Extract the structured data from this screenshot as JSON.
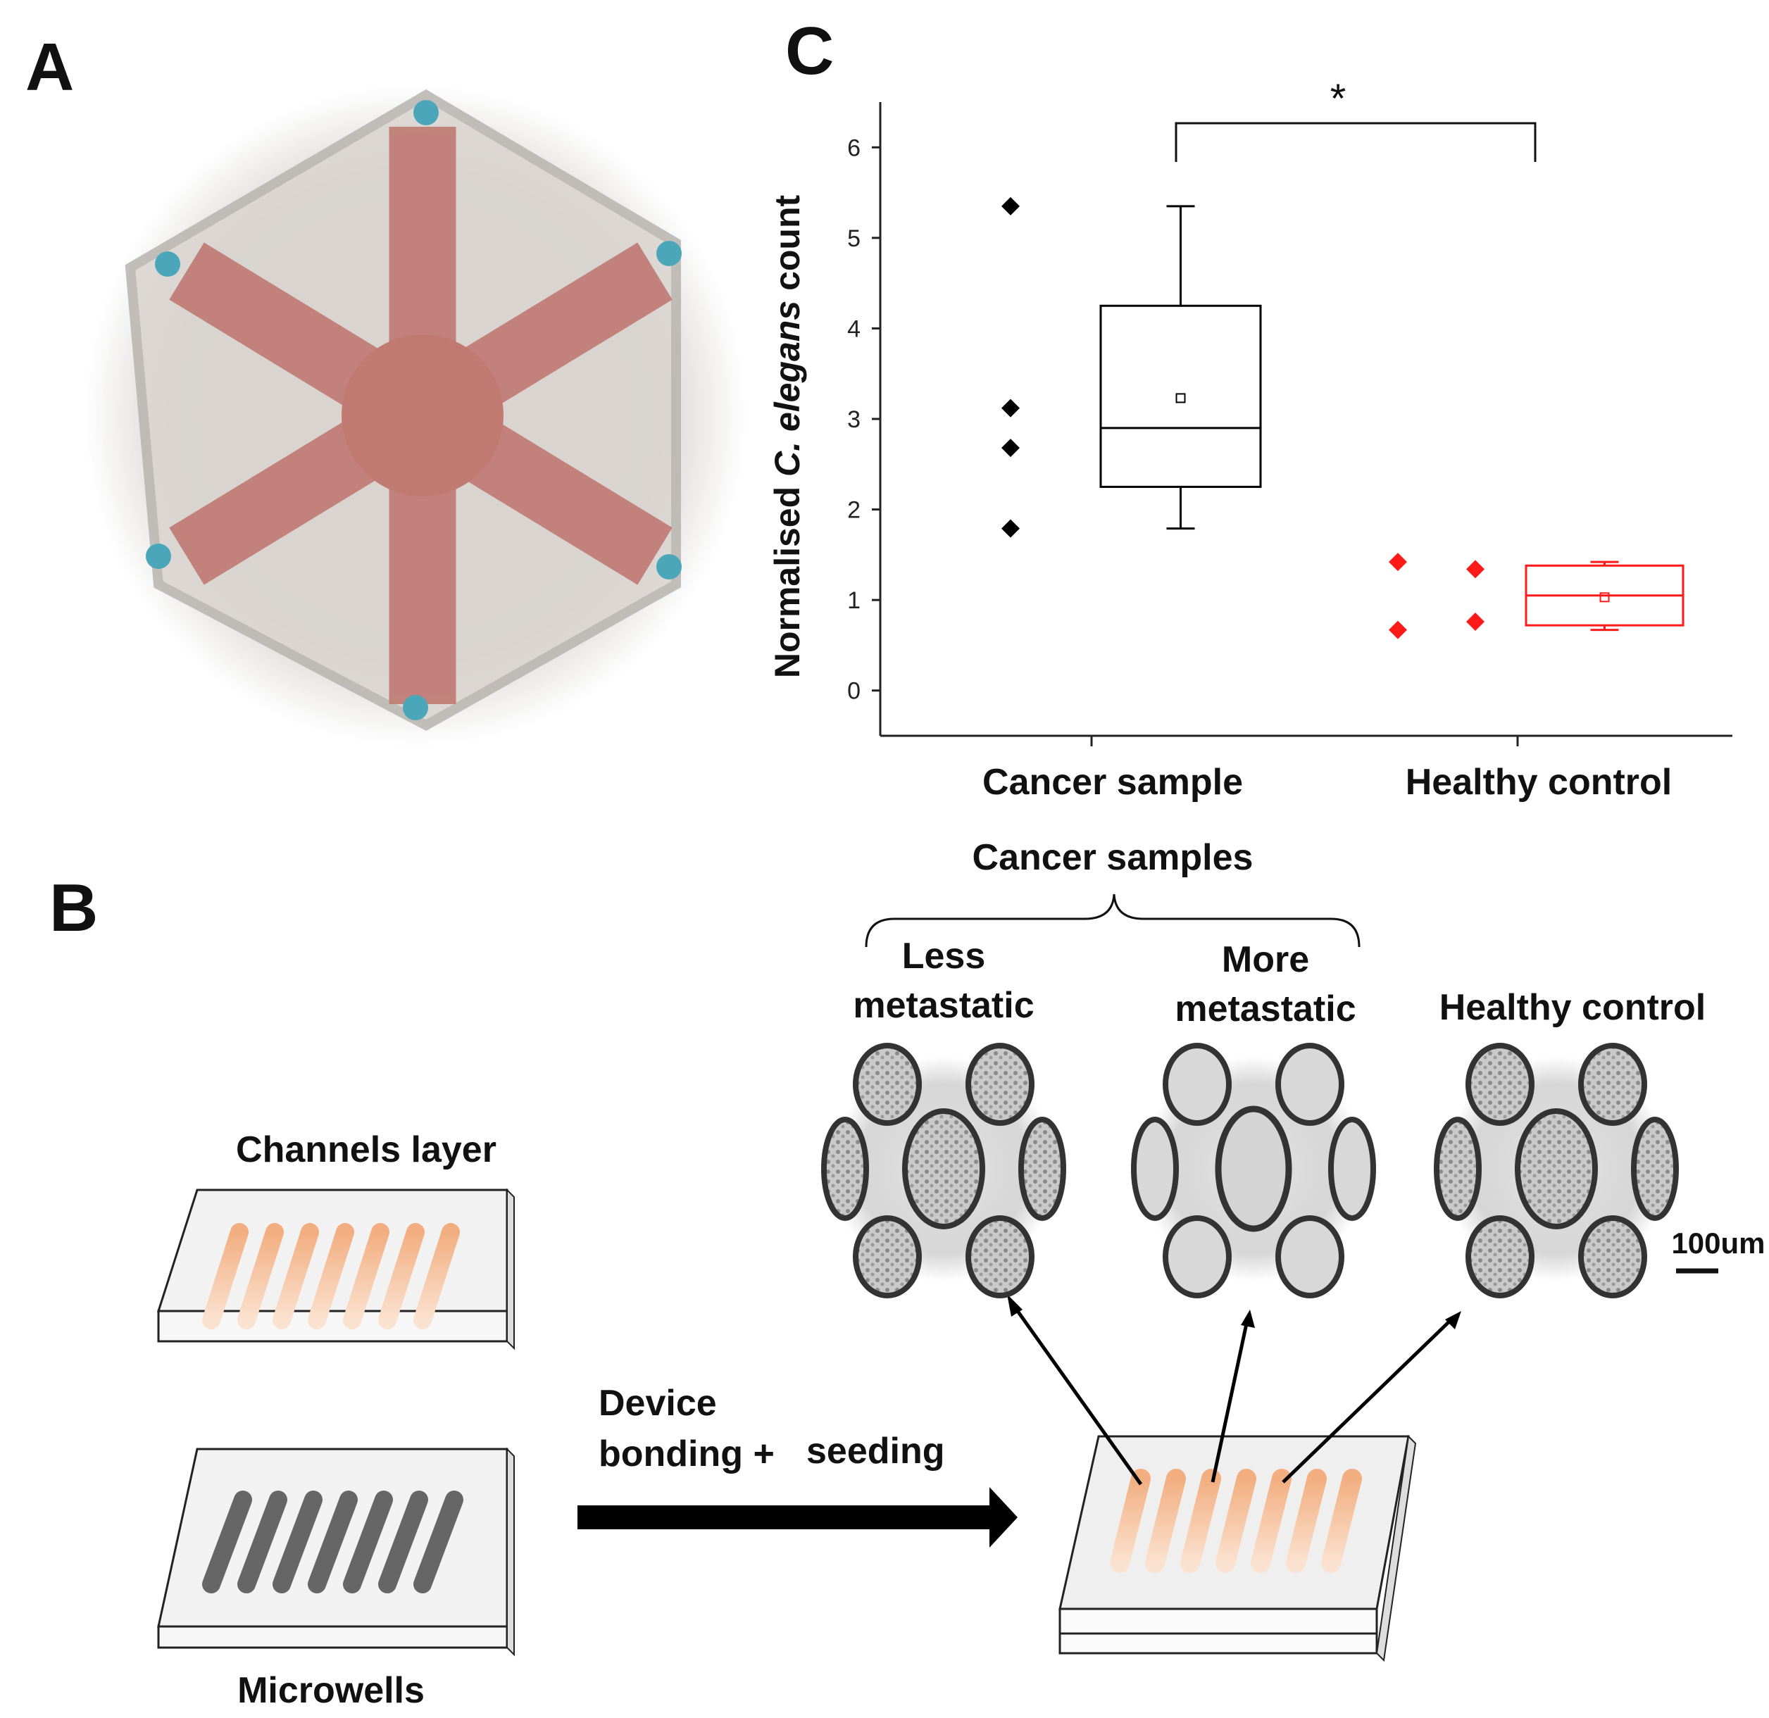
{
  "panels": {
    "a": "A",
    "b": "B",
    "c": "C"
  },
  "colors": {
    "cancer": "#000000",
    "healthy": "#ff1a1a",
    "channel": "#f3b58e",
    "wells": "#666666",
    "device_body": "#c07a72"
  },
  "panel_b": {
    "channels_layer": "Channels layer",
    "microwells": "Microwells",
    "arrow_line1": "Device",
    "arrow_line2a": "bonding +",
    "arrow_line2b": "seeding",
    "group_title": "Cancer samples",
    "less_line1": "Less",
    "less_line2": "metastatic",
    "more_line1": "More",
    "more_line2": "metastatic",
    "healthy": "Healthy control",
    "scale": "100um"
  },
  "chart_data": {
    "type": "box",
    "title": "",
    "ylabel_prefix": "Normalised ",
    "ylabel_italic": "C. elegans",
    "ylabel_suffix": " count",
    "ylim": [
      -0.5,
      6.5
    ],
    "yticks": [
      0,
      1,
      2,
      3,
      4,
      5,
      6
    ],
    "categories": [
      "Cancer sample",
      "Healthy control"
    ],
    "significance": "*",
    "series": [
      {
        "name": "Cancer sample",
        "points": [
          5.35,
          3.12,
          2.68,
          1.79
        ],
        "min": 1.79,
        "q1": 2.25,
        "median": 2.9,
        "q3": 4.25,
        "max": 5.35,
        "mean": 3.23
      },
      {
        "name": "Healthy control",
        "points": [
          1.42,
          1.34,
          0.76,
          0.67
        ],
        "min": 0.67,
        "q1": 0.72,
        "median": 1.05,
        "q3": 1.38,
        "max": 1.42,
        "mean": 1.03
      }
    ]
  }
}
